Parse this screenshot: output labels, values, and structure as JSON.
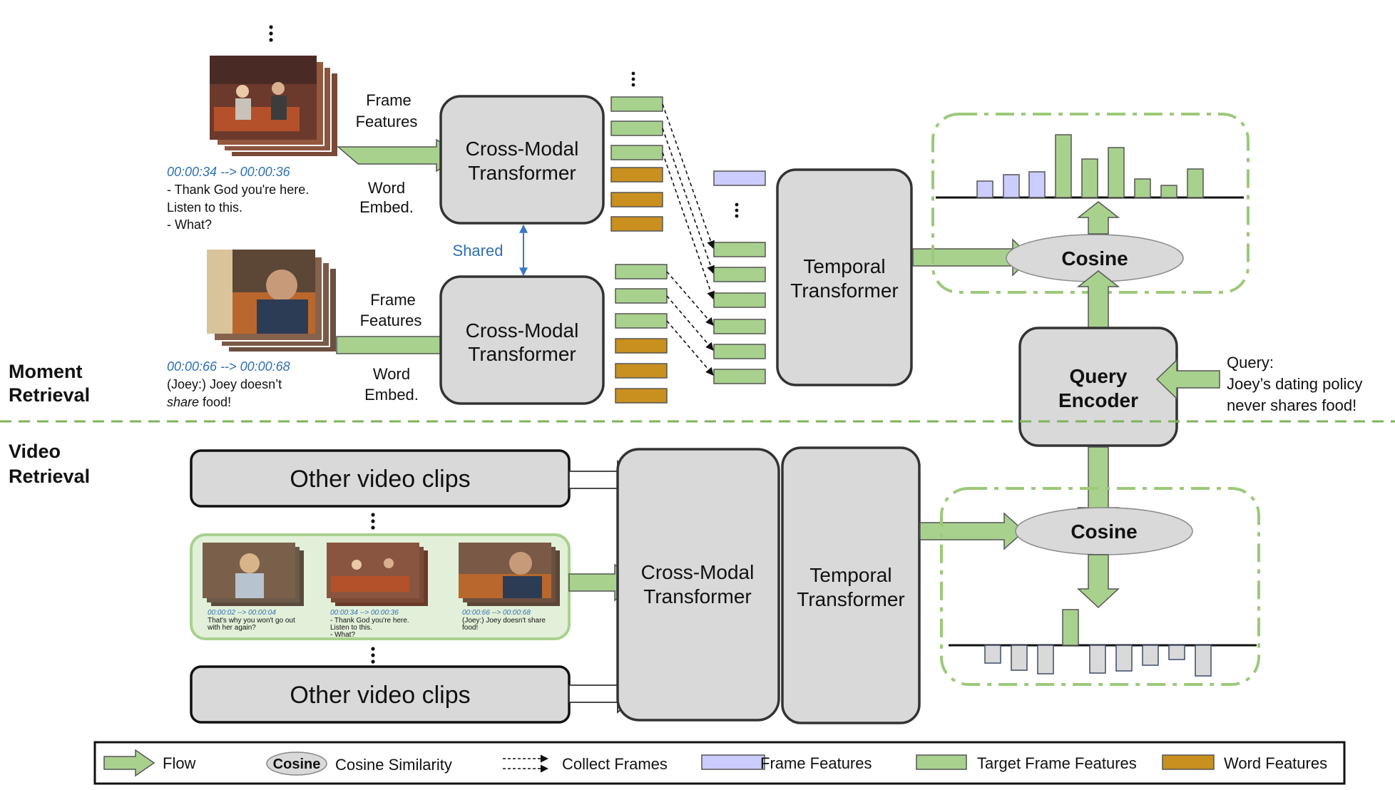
{
  "sections": {
    "moment_line1": "Moment",
    "moment_line2": "Retrieval",
    "video_line1": "Video",
    "video_line2": "Retrieval"
  },
  "moment": {
    "clip1": {
      "timestamp": "00:00:34 --> 00:00:36",
      "line1": "- Thank God you're here.",
      "line2": "Listen to this.",
      "line3": "- What?"
    },
    "clip2": {
      "timestamp": "00:00:66 --> 00:00:68",
      "line1": "(Joey:) Joey doesn’t",
      "line2_ital": "share",
      "line2_rest": " food!"
    },
    "frame_features_line1": "Frame",
    "frame_features_line2": "Features",
    "word_embed_line1": "Word",
    "word_embed_line2": "Embed.",
    "cross_modal_line1": "Cross-Modal",
    "cross_modal_line2": "Transformer",
    "shared": "Shared",
    "temporal_line1": "Temporal",
    "temporal_line2": "Transformer",
    "cosine": "Cosine",
    "query_encoder_line1": "Query",
    "query_encoder_line2": "Encoder",
    "query_line1": "Query:",
    "query_line2": "Joey’s dating policy",
    "query_line3": "never shares food!"
  },
  "video": {
    "other_clips": "Other video clips",
    "thumb1": {
      "timestamp": "00:00:02 --> 00:00:04",
      "line1": "That's why you won't go out",
      "line2": "with her again?"
    },
    "thumb2": {
      "timestamp": "00:00:34 --> 00:00:36",
      "line1": "- Thank God you're here.",
      "line2": "Listen to this.",
      "line3": "- What?"
    },
    "thumb3": {
      "timestamp": "00:00:66 --> 00:00:68",
      "line1": "(Joey:) Joey doesn't share",
      "line2": "food!"
    },
    "cross_modal_line1": "Cross-Modal",
    "cross_modal_line2": "Transformer",
    "temporal_line1": "Temporal",
    "temporal_line2": "Transformer",
    "cosine": "Cosine"
  },
  "legend": {
    "flow": "Flow",
    "cosine_chip": "Cosine",
    "cosine_similarity": "Cosine Similarity",
    "collect_frames": "Collect Frames",
    "frame_features": "Frame Features",
    "target_frame_features": "Target Frame Features",
    "word_features": "Word Features"
  },
  "colors": {
    "box_fill": "#d9d9d9",
    "target_green": "#a9d18e",
    "frame_blue": "#ccccff",
    "word_gold": "#c9901f",
    "dashed_green": "#9cc97a",
    "timestamp_blue": "#2f6fb5"
  }
}
